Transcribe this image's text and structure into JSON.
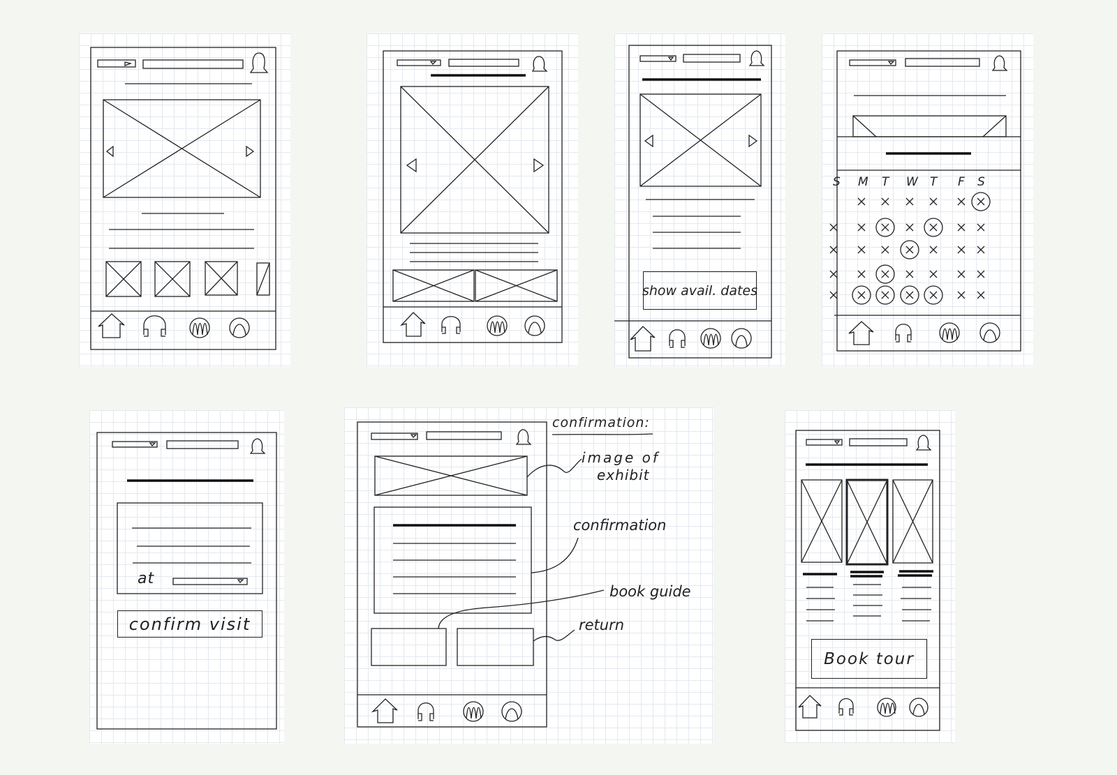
{
  "screens": {
    "availability": {
      "button_label": "show avail. dates"
    },
    "calendar": {
      "weekdays": [
        "S",
        "M",
        "T",
        "W",
        "T",
        "F",
        "S"
      ]
    },
    "confirm_visit": {
      "at_label": "at",
      "button_label": "confirm visit"
    },
    "tour": {
      "button_label": "Book tour"
    }
  },
  "annotations": {
    "title": "confirmation:",
    "image_of_exhibit_line1": "image of",
    "image_of_exhibit_line2": "exhibit",
    "confirmation": "confirmation",
    "book_guide": "book guide",
    "return": "return"
  },
  "nav_icons": [
    "home-icon",
    "headphones-icon",
    "map-icon",
    "profile-icon"
  ]
}
